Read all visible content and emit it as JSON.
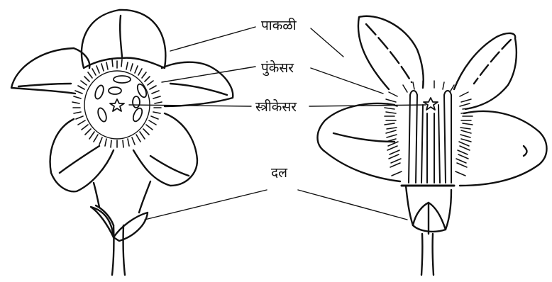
{
  "labels": {
    "petal": "पाकळी",
    "stamen": "पुंकेसर",
    "pistil": "स्त्रीकेसर",
    "sepal": "दल"
  },
  "colors": {
    "ink": "#111111",
    "background": "#ffffff"
  }
}
